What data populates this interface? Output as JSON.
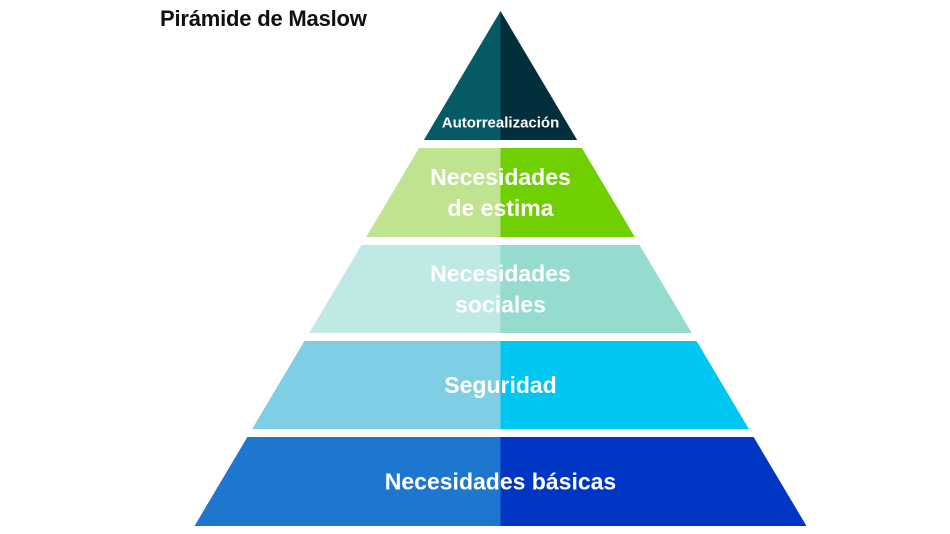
{
  "title": "Pirámide de Maslow",
  "levels": [
    {
      "label_lines": [
        "Autorrealización"
      ],
      "colors": {
        "left": "#055a63",
        "right": "#032f3d"
      }
    },
    {
      "label_lines": [
        "Necesidades",
        "de estima"
      ],
      "colors": {
        "left": "#bfe38e",
        "right": "#6fcf00"
      }
    },
    {
      "label_lines": [
        "Necesidades",
        "sociales"
      ],
      "colors": {
        "left": "#bfe9e5",
        "right": "#96dbd0"
      }
    },
    {
      "label_lines": [
        "Seguridad"
      ],
      "colors": {
        "left": "#7ecfe5",
        "right": "#00c6f2"
      }
    },
    {
      "label_lines": [
        "Necesidades básicas"
      ],
      "colors": {
        "left": "#1e77cf",
        "right": "#0036c4"
      }
    }
  ]
}
